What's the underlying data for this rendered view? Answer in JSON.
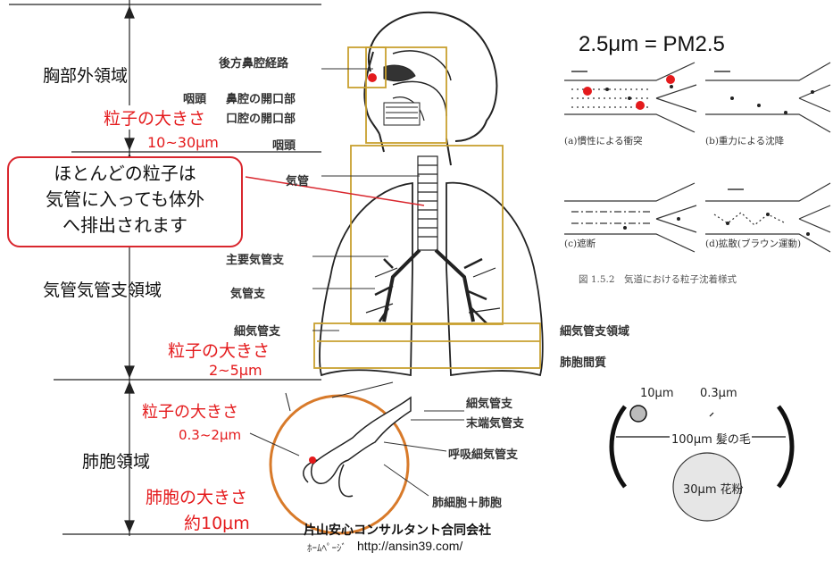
{
  "regions": {
    "thoracic_outer": "胸部外領域",
    "trachea_bronchial": "気管気管支領域",
    "alveolar": "肺胞領域"
  },
  "anatomy_labels": {
    "posterior_nasal": "後方鼻腔経路",
    "pharynx_top": "咽頭",
    "nasal_opening": "鼻腔の開口部",
    "oral_opening": "口腔の開口部",
    "pharynx": "咽頭",
    "trachea": "気管",
    "main_bronchus": "主要気管支",
    "bronchus": "気管支",
    "bronchiole": "細気管支",
    "bronchiole_region": "細気管支領域",
    "alveolar_interstitium": "肺胞間質",
    "bronchiole_2": "細気管支",
    "terminal_bronchiole": "末端気管支",
    "respiratory_bronchiole": "呼吸細気管支",
    "alveoli": "肺細胞＋肺胞"
  },
  "particle_sizes": {
    "label_1": "粒子の大きさ",
    "size_1": "10~30μm",
    "label_2": "粒子の大きさ",
    "size_2": "2~5μm",
    "label_3": "粒子の大きさ",
    "size_3": "0.3~2μm",
    "alveolus_label": "肺胞の大きさ",
    "alveolus_size": "約10μm"
  },
  "callout": {
    "line1": "ほとんどの粒子は",
    "line2": "気管に入っても体外",
    "line3": "へ排出されます"
  },
  "pm_title": "2.5μm = PM2.5",
  "deposition": {
    "a": "(a)慣性による衝突",
    "b": "(b)重力による沈降",
    "c": "(c)遮断",
    "d": "(d)拡散(ブラウン運動)",
    "caption": "図 1.5.2　気道における粒子沈着様式"
  },
  "scale": {
    "s10": "10μm",
    "s03": "0.3μm",
    "hair": "100μm 髪の毛",
    "pollen": "30μm 花粉"
  },
  "footer": {
    "company": "片山安心コンサルタント合同会社",
    "homepage_label": "ﾎｰﾑﾍﾟｰｼﾞ",
    "url": "http://ansin39.com/"
  },
  "colors": {
    "red": "#e41a1c",
    "gold": "#c8a030",
    "orange": "#d87a2a",
    "callout_border": "#d9272e"
  }
}
